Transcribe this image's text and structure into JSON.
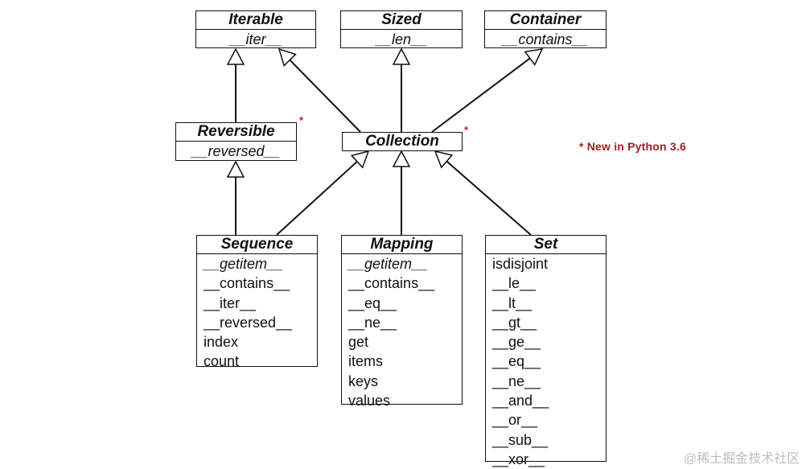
{
  "nodes": {
    "iterable": {
      "name": "Iterable",
      "methods": [
        "__iter__"
      ]
    },
    "sized": {
      "name": "Sized",
      "methods": [
        "__len__"
      ]
    },
    "container": {
      "name": "Container",
      "methods": [
        "__contains__"
      ]
    },
    "reversible": {
      "name": "Reversible",
      "methods": [
        "__reversed__"
      ]
    },
    "collection": {
      "name": "Collection",
      "methods": []
    },
    "sequence": {
      "name": "Sequence",
      "methods": [
        "__getitem__",
        "__contains__",
        "__iter__",
        "__reversed__",
        "index",
        "count"
      ]
    },
    "mapping": {
      "name": "Mapping",
      "methods": [
        "__getitem__",
        "__contains__",
        "__eq__",
        "__ne__",
        "get",
        "items",
        "keys",
        "values"
      ]
    },
    "set": {
      "name": "Set",
      "methods": [
        "isdisjoint",
        "__le__",
        "__lt__",
        "__gt__",
        "__ge__",
        "__eq__",
        "__ne__",
        "__and__",
        "__or__",
        "__sub__",
        "__xor__"
      ]
    }
  },
  "edges": [
    {
      "from": "reversible",
      "to": "iterable"
    },
    {
      "from": "collection",
      "to": "iterable"
    },
    {
      "from": "collection",
      "to": "sized"
    },
    {
      "from": "collection",
      "to": "container"
    },
    {
      "from": "sequence",
      "to": "reversible"
    },
    {
      "from": "sequence",
      "to": "collection"
    },
    {
      "from": "mapping",
      "to": "collection"
    },
    {
      "from": "set",
      "to": "collection"
    }
  ],
  "star_mark": "*",
  "note": "* New in Python 3.6",
  "watermark": "@稀土掘金技术社区",
  "colors": {
    "line": "#111111",
    "note": "#a31f1f",
    "star": "#b3261e",
    "watermark": "#bdbdbd"
  }
}
